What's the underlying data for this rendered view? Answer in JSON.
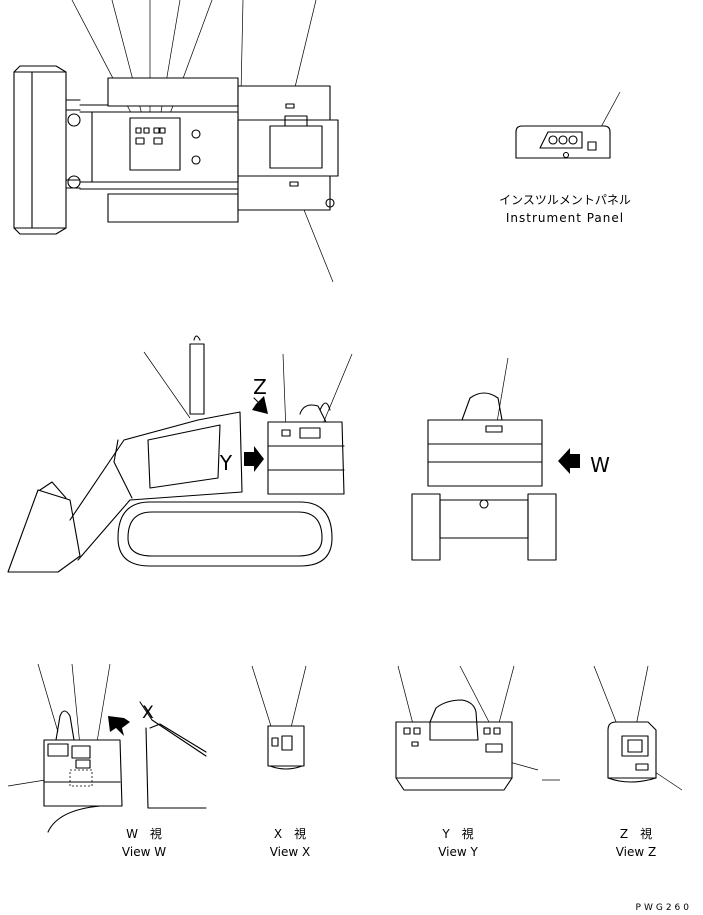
{
  "panel_caption": {
    "jp": "インスツルメントパネル",
    "en": "Instrument Panel"
  },
  "views": [
    {
      "id": "w",
      "jp": "W　視",
      "en": "View W"
    },
    {
      "id": "x",
      "jp": "X　視",
      "en": "View X"
    },
    {
      "id": "y",
      "jp": "Y　視",
      "en": "View Y"
    },
    {
      "id": "z",
      "jp": "Z　視",
      "en": "View Z"
    }
  ],
  "arrow_letters": {
    "z": "Z",
    "y": "Y",
    "w": "W",
    "x": "X"
  },
  "figure_code": "PWG260"
}
